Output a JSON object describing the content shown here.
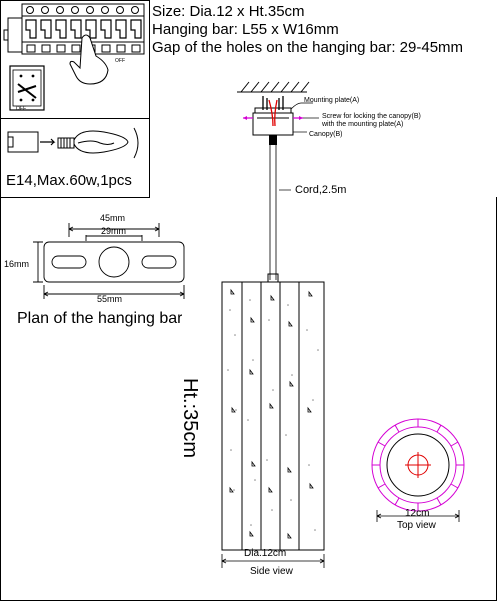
{
  "specs": {
    "size": "Size: Dia.12 x Ht.35cm",
    "hanging_bar": "Hanging bar: L55 x W16mm",
    "gap": "Gap of the holes on the hanging bar: 29-45mm"
  },
  "switch_panel": {
    "off_label_1": "OFF",
    "off_label_2": "OFF"
  },
  "bulb": {
    "spec": "E14,Max.60w,1pcs"
  },
  "plan": {
    "title": "Plan of the hanging bar",
    "dim_45": "45mm",
    "dim_29": "29mm",
    "dim_16": "16mm",
    "dim_55": "55mm"
  },
  "side_view": {
    "mounting_plate": "Mounting plate(A)",
    "screw_note_1": "Screw for locking the canopy(B)",
    "screw_note_2": "with the mounting plate(A)",
    "canopy": "Canopy(B)",
    "cord": "Cord,2.5m",
    "height": "Ht.:35cm",
    "dia": "Dia.12cm",
    "caption": "Side view"
  },
  "top_view": {
    "dia": "12cm",
    "caption": "Top view"
  },
  "colors": {
    "magenta": "#d400d4",
    "red": "#e00000",
    "line": "#000000"
  }
}
